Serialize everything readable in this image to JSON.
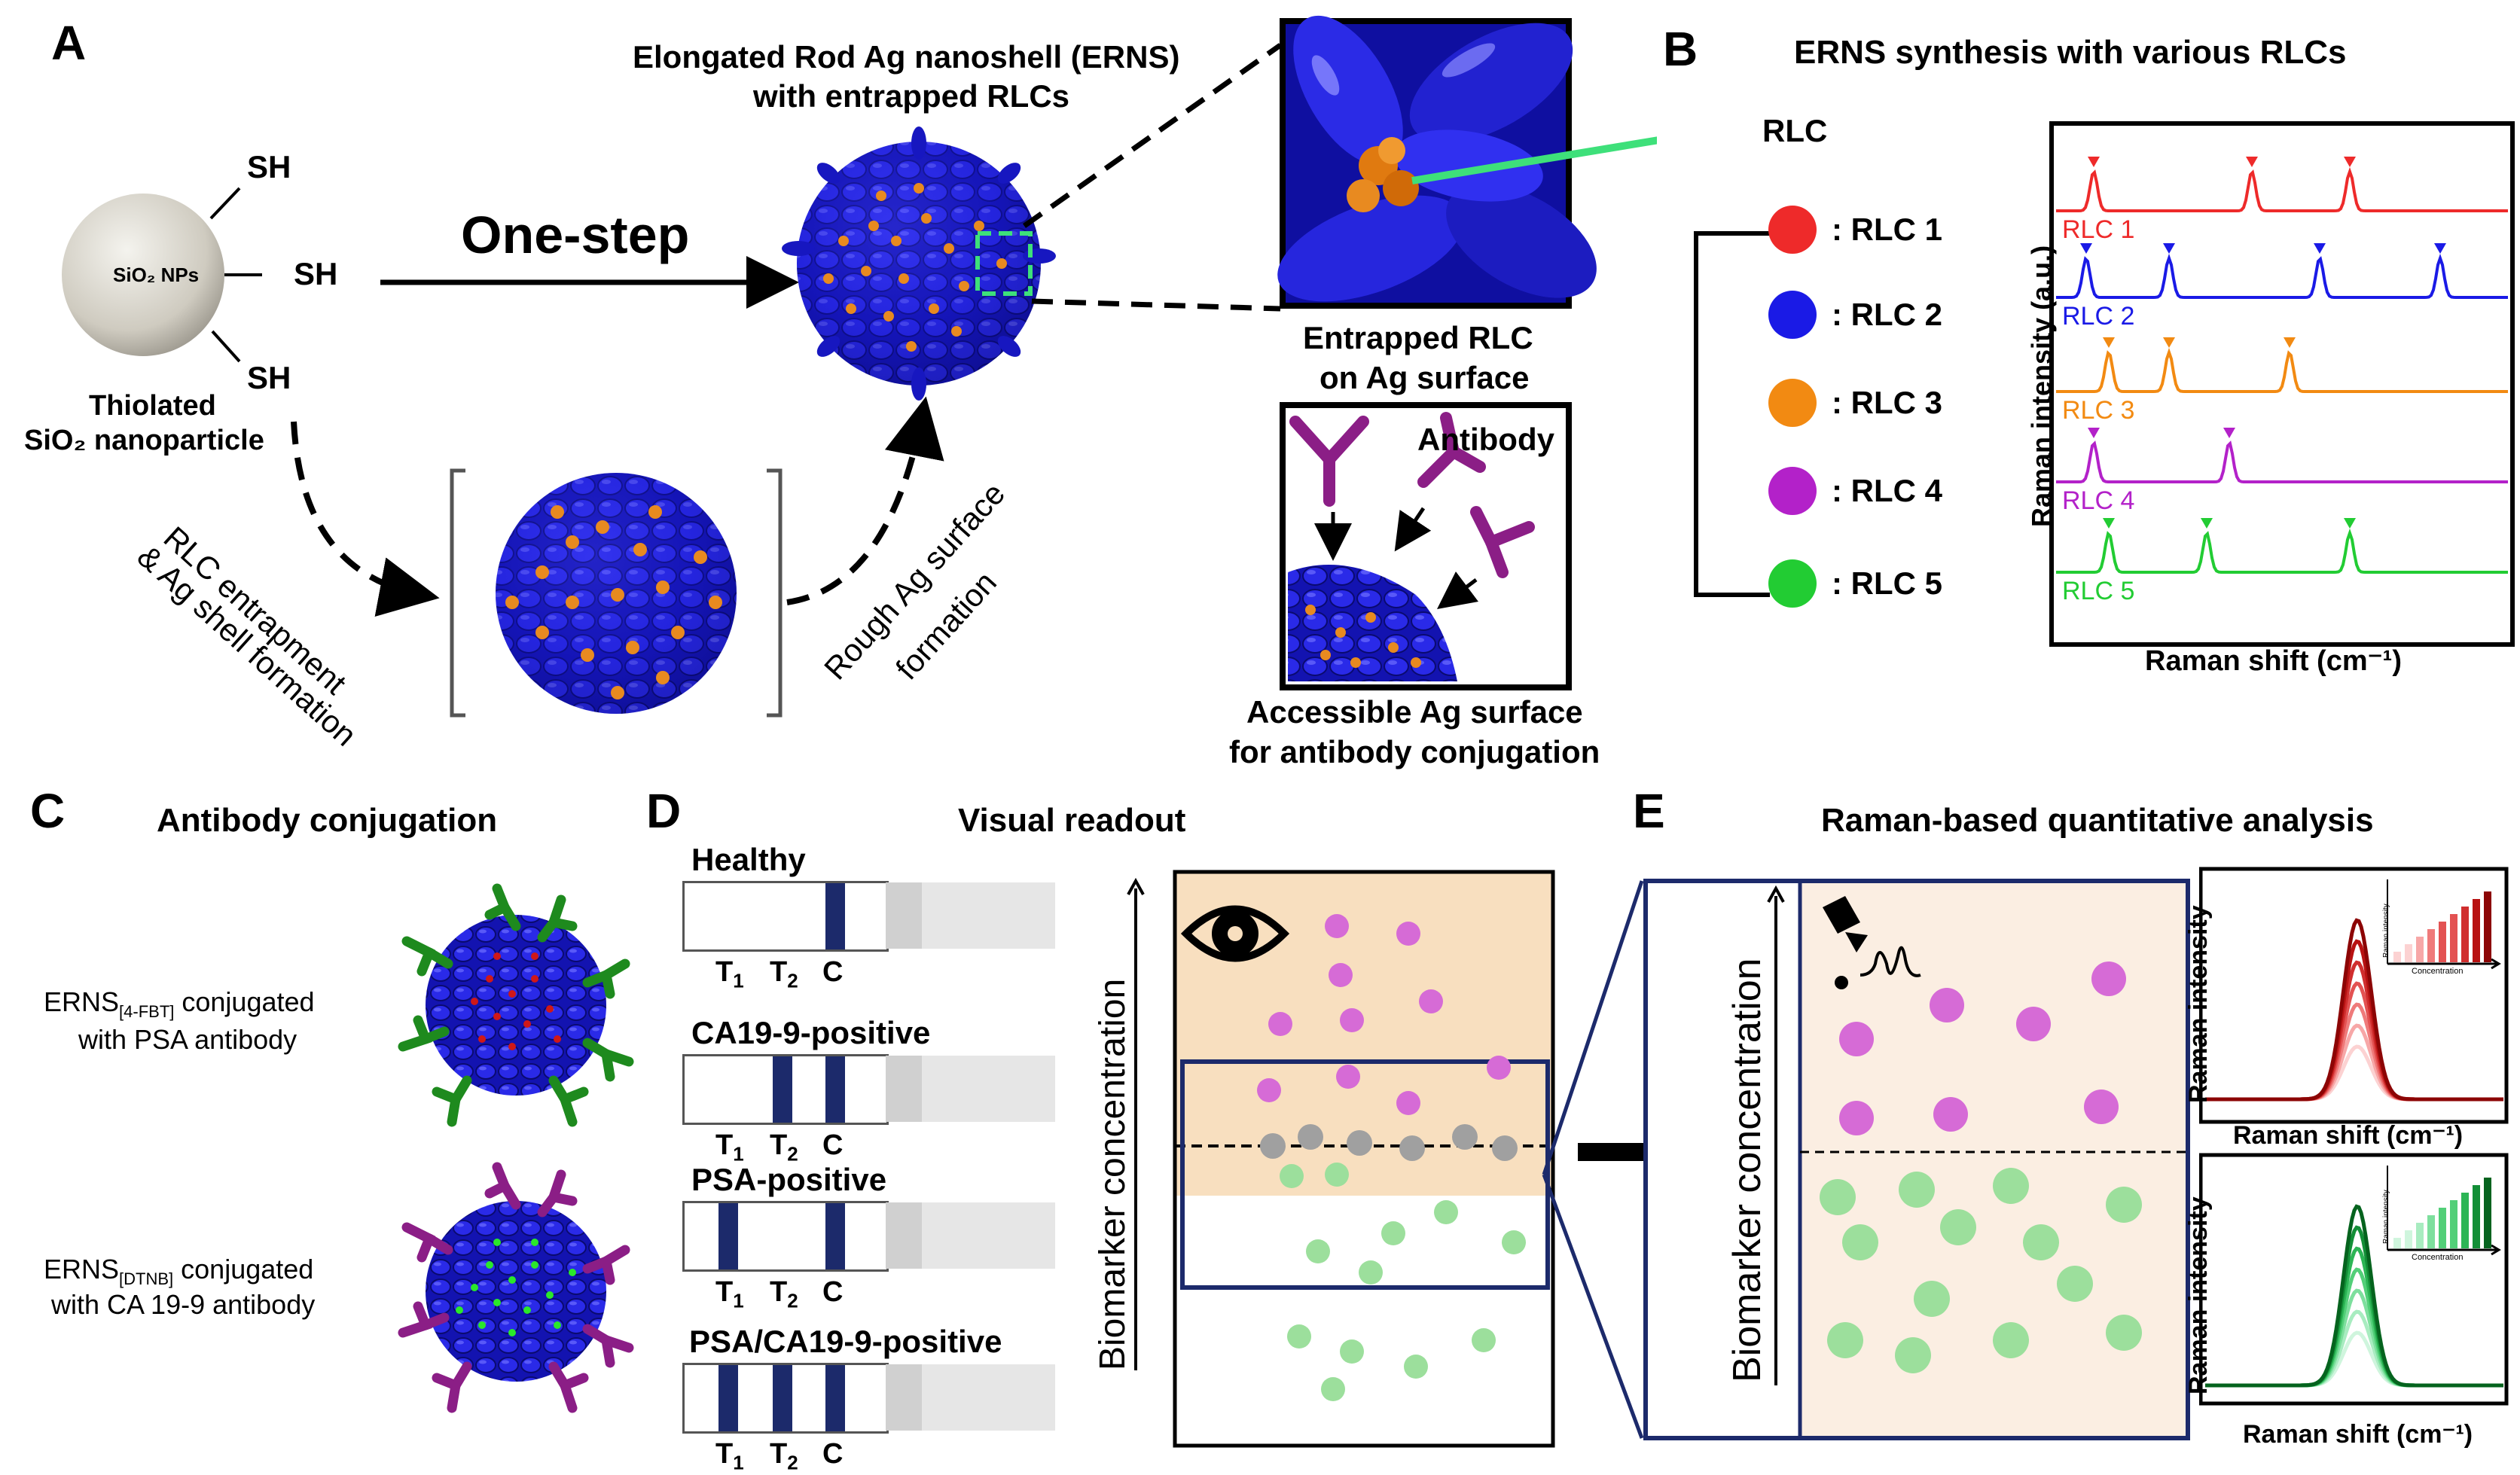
{
  "panels": {
    "a": "A",
    "b": "B",
    "c": "C",
    "d": "D",
    "e": "E"
  },
  "panel_a": {
    "sio2_label": "SiO₂ NPs",
    "sh": "SH",
    "thiolated_line1": "Thiolated",
    "thiolated_line2": "SiO₂ nanoparticle",
    "one_step": "One-step",
    "erns_line1": "Elongated Rod Ag nanoshell (ERNS)",
    "erns_line2": "with entrapped RLCs",
    "rlc_entrap_line1": "RLC entrapment",
    "rlc_entrap_line2": "& Ag shell formation",
    "rough_line1": "Rough Ag surface",
    "rough_line2": "formation",
    "entrapped_line1": "Entrapped RLC",
    "entrapped_line2": "on Ag surface",
    "antibody": "Antibody",
    "accessible_line1": "Accessible Ag surface",
    "accessible_line2": "for antibody conjugation"
  },
  "panel_b": {
    "title": "ERNS synthesis with various RLCs",
    "rlc_header": "RLC",
    "legend": [
      {
        "label": ": RLC 1",
        "color": "#ee2a2a"
      },
      {
        "label": ": RLC 2",
        "color": "#1a1ae6"
      },
      {
        "label": ": RLC 3",
        "color": "#f28a12"
      },
      {
        "label": ": RLC 4",
        "color": "#b321c9"
      },
      {
        "label": ": RLC 5",
        "color": "#22cc33"
      }
    ],
    "ylabel": "Raman intensity (a.u.)",
    "xlabel": "Raman shift (cm⁻¹)",
    "spectra_labels": [
      "RLC 1",
      "RLC 2",
      "RLC 3",
      "RLC 4",
      "RLC 5"
    ]
  },
  "panel_c": {
    "title": "Antibody  conjugation",
    "erns1_line1": "ERNS",
    "erns1_sub": "[4-FBT]",
    "erns1_rest": " conjugated",
    "erns1_line2": "with PSA antibody",
    "erns2_line1": "ERNS",
    "erns2_sub": "[DTNB]",
    "erns2_rest": " conjugated",
    "erns2_line2": "with CA 19-9 antibody"
  },
  "panel_d": {
    "title": "Visual readout",
    "strips": [
      {
        "label": "Healthy"
      },
      {
        "label": "CA19-9-positive"
      },
      {
        "label": "PSA-positive"
      },
      {
        "label": "PSA/CA19-9-positive"
      }
    ],
    "t1": "T",
    "t1_sub": "1",
    "t2": "T",
    "t2_sub": "2",
    "c": "C",
    "yaxis": "Biomarker concentration"
  },
  "panel_e": {
    "title": "Raman-based quantitative analysis",
    "yaxis": "Biomarker concentration",
    "top_ylabel": "Raman intensity",
    "top_xlabel": "Raman shift (cm⁻¹)",
    "bottom_ylabel": "Raman intensity",
    "bottom_xlabel": "Raman shift (cm⁻¹)",
    "inset_ylabel": "Raman intensity",
    "inset_xlabel": "Concentration"
  },
  "colors": {
    "silver_blue": "#1f1fc4",
    "gold": "#e88a20",
    "antibody_purple": "#8b1e86",
    "antibody_green": "#1e8a1e",
    "peach": "#f8dfbf",
    "light_peach": "#fbeee2",
    "pink_dot": "#d66bd6",
    "green_dot": "#9cdf9c",
    "gray_dot": "#a0a0a0",
    "navy": "#1c2a6b"
  }
}
